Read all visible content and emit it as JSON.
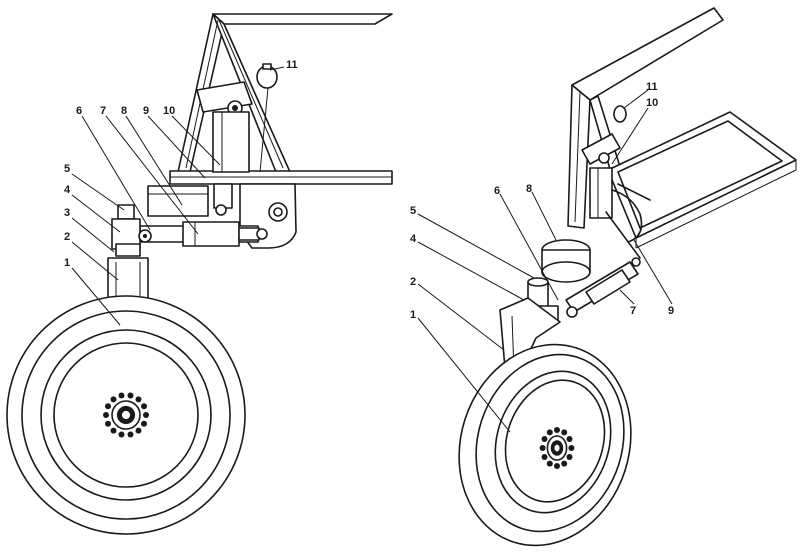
{
  "left_view": {
    "callouts": [
      "1",
      "2",
      "3",
      "4",
      "5",
      "6",
      "7",
      "8",
      "9",
      "10",
      "11"
    ]
  },
  "right_view": {
    "callouts": [
      "1",
      "2",
      "4",
      "5",
      "6",
      "8",
      "7",
      "9",
      "10",
      "11"
    ]
  }
}
